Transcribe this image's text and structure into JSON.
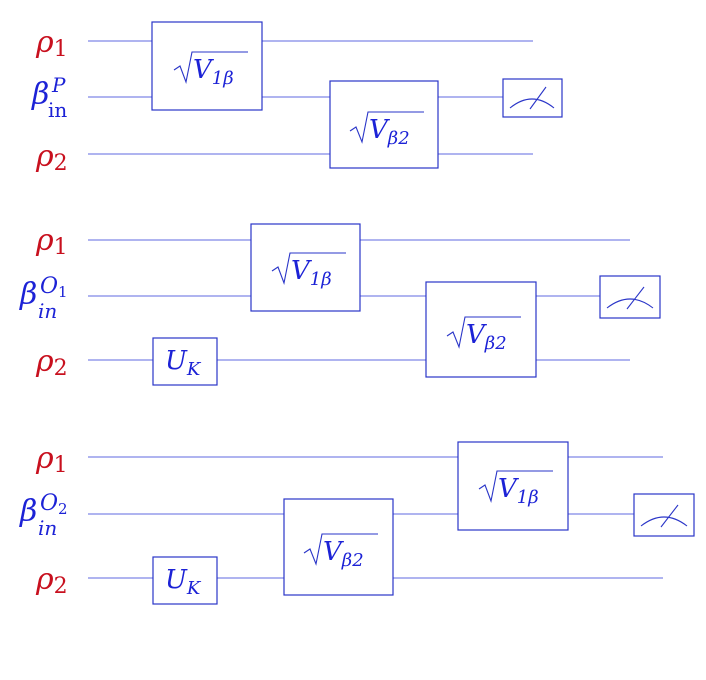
{
  "circuits": [
    {
      "wires": [
        {
          "symbol": "ρ",
          "sub": "1",
          "sup": "",
          "color": "red"
        },
        {
          "symbol": "β",
          "sub": "in",
          "sup": "P",
          "color": "blue"
        },
        {
          "symbol": "ρ",
          "sub": "2",
          "sup": "",
          "color": "red"
        }
      ],
      "gates": [
        {
          "label": "V",
          "sub": "1β",
          "sqrt": true
        },
        {
          "label": "V",
          "sub": "β2",
          "sqrt": true
        }
      ],
      "measure": "meter-icon"
    },
    {
      "wires": [
        {
          "symbol": "ρ",
          "sub": "1",
          "sup": "",
          "color": "red"
        },
        {
          "symbol": "β",
          "sub": "in",
          "sup": "O",
          "sup_sub": "1",
          "color": "blue"
        },
        {
          "symbol": "ρ",
          "sub": "2",
          "sup": "",
          "color": "red"
        }
      ],
      "gates": [
        {
          "label": "U",
          "sub": "K",
          "sqrt": false
        },
        {
          "label": "V",
          "sub": "1β",
          "sqrt": true
        },
        {
          "label": "V",
          "sub": "β2",
          "sqrt": true
        }
      ],
      "measure": "meter-icon"
    },
    {
      "wires": [
        {
          "symbol": "ρ",
          "sub": "1",
          "sup": "",
          "color": "red"
        },
        {
          "symbol": "β",
          "sub": "in",
          "sup": "O",
          "sup_sub": "2",
          "color": "blue"
        },
        {
          "symbol": "ρ",
          "sub": "2",
          "sup": "",
          "color": "red"
        }
      ],
      "gates": [
        {
          "label": "U",
          "sub": "K",
          "sqrt": false
        },
        {
          "label": "V",
          "sub": "β2",
          "sqrt": true
        },
        {
          "label": "V",
          "sub": "1β",
          "sqrt": true
        }
      ],
      "measure": "meter-icon"
    }
  ],
  "colors": {
    "red": "#c8101e",
    "blue": "#1c22d6",
    "wire": "#7f86e6",
    "box": "#2a35c8"
  }
}
